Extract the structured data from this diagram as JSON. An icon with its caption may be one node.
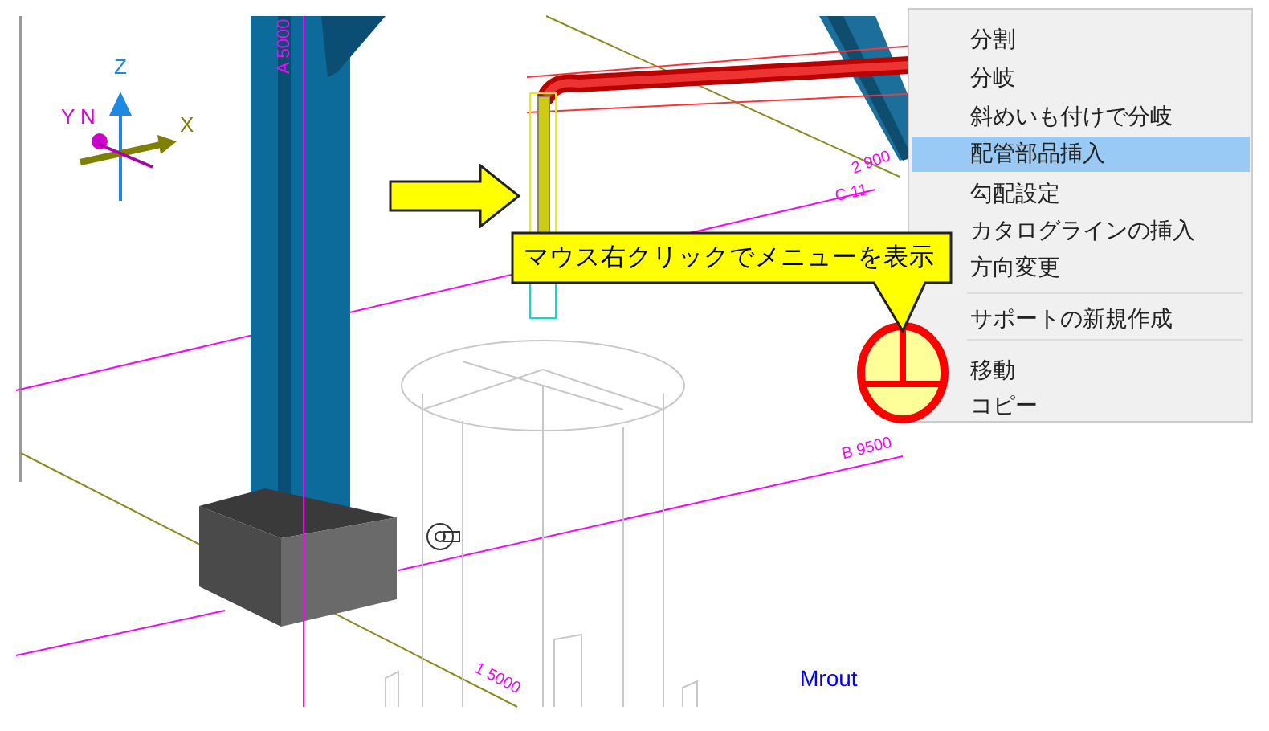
{
  "diagram": {
    "nodes": [
      {
        "text": [],
        "shape": "box"
      },
      {
        "text": [
          "分割"
        ],
        "in": 0
      },
      {
        "text": [
          "分岐"
        ],
        "in": 0
      },
      {
        "text": [
          "斜めいも付けで分岐"
        ],
        "in": 0
      },
      {
        "text": [
          "配管部品挿入"
        ],
        "in": 0
      },
      {
        "text": [
          "勾配設定"
        ],
        "in": 0
      },
      {
        "text": [
          "カタログラインの挿入"
        ],
        "in": 0
      },
      {
        "text": [
          "方向変更"
        ],
        "in": 0
      },
      {
        "text": [
          "サポートの新規作成"
        ],
        "in": 0
      },
      {
        "text": [
          "移動"
        ],
        "in": 0
      },
      {
        "text": [
          "コピー"
        ],
        "in": 0
      },
      {
        "text": [
          "マウス右クリックでメニューを表示"
        ]
      }
    ],
    "labels": [
      "Z",
      "Y",
      "N",
      "X",
      "A 5000",
      "2 900",
      "C 11",
      "B 9500",
      "1 5000",
      "Mrout"
    ]
  }
}
